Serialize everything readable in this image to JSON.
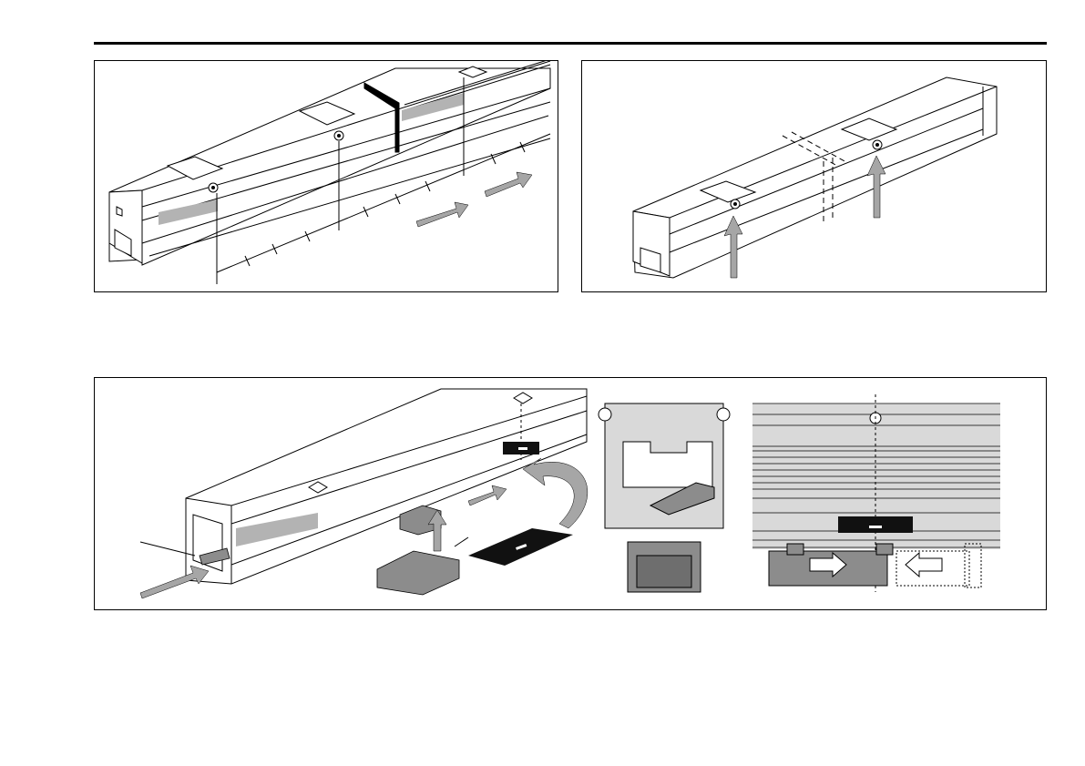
{
  "colors": {
    "line": "#000000",
    "panel_fill": "#ffffff",
    "stripe_gray": "#b3b3b3",
    "arrow_gray": "#a6a6a6",
    "part_gray": "#8c8c8c",
    "profile_gray": "#d9d9d9",
    "label_black": "#111111"
  },
  "figures": [
    {
      "id": "fig-1",
      "subject": "busbar-section-with-hanger-clips-and-dimension-chain"
    },
    {
      "id": "fig-2",
      "subject": "busbar-section-suspension-points-lifted"
    },
    {
      "id": "fig-3",
      "subject": "tap-off-connector-insertion-and-label-placement"
    }
  ],
  "icons": {
    "arrow": "block-arrow-icon",
    "clip": "hanger-clip-icon",
    "bolt": "bolt-icon"
  }
}
